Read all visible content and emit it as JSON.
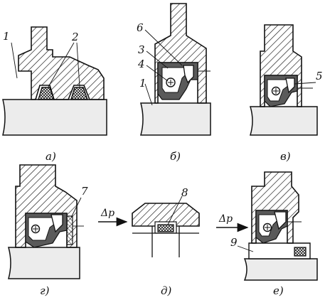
{
  "panels": [
    {
      "id": "a",
      "caption": "а)",
      "labels": [
        "1",
        "2"
      ]
    },
    {
      "id": "b",
      "caption": "б)",
      "labels": [
        "6",
        "3",
        "4",
        "1"
      ]
    },
    {
      "id": "v",
      "caption": "в)",
      "labels": [
        "5"
      ]
    },
    {
      "id": "g",
      "caption": "г)",
      "labels": [
        "7"
      ]
    },
    {
      "id": "d",
      "caption": "д)",
      "labels": [
        "8"
      ],
      "arrow_label": "Δp"
    },
    {
      "id": "e",
      "caption": "е)",
      "labels": [
        "9"
      ],
      "arrow_label": "Δp"
    }
  ],
  "colors": {
    "ink": "#111111",
    "background": "#ffffff",
    "shaft": "#ececec",
    "seal_fill": "#5a5a5a"
  }
}
